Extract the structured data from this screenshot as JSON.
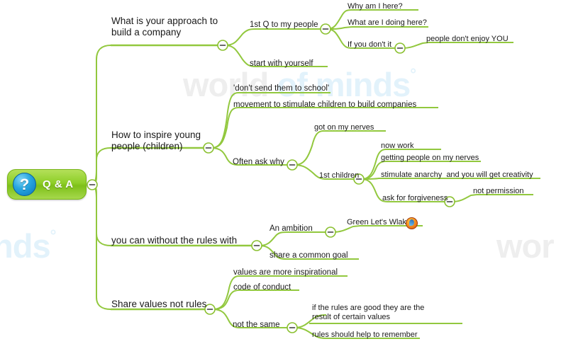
{
  "app": {
    "type": "mind-map",
    "accent_green": "#8DC63F",
    "line_green": "#92c83e",
    "text_color": "#1a1a1a",
    "background": "#ffffff"
  },
  "watermark": {
    "line1_gray": "world",
    "line1_blue": "of minds",
    "line1_degree": "°",
    "line2_left_blue": "inds",
    "line2_left_degree": "°",
    "line2_right_gray": "wor"
  },
  "root": {
    "label": "Q & A",
    "icon": "question-mark-icon",
    "collapse_glyph": "–"
  },
  "branches": [
    {
      "id": "approach",
      "label": "What is your approach to\nbuild a company",
      "children": [
        {
          "id": "first-q",
          "label": "1st Q to my people",
          "children": [
            {
              "id": "why-here",
              "label": "Why am I here?"
            },
            {
              "id": "what-doing",
              "label": "What are I doing here?"
            },
            {
              "id": "if-you-dont",
              "label": "If you don't it",
              "children": [
                {
                  "id": "dont-enjoy",
                  "label": "people don't enjoy YOU"
                }
              ]
            }
          ]
        },
        {
          "id": "start-yourself",
          "label": "start with yourself"
        }
      ]
    },
    {
      "id": "inspire-young",
      "label": "How to inspire young\npeople (children)",
      "children": [
        {
          "id": "dont-send-school",
          "label": "'don't send them to school'"
        },
        {
          "id": "movement",
          "label": "movement to stimulate children to build companies"
        },
        {
          "id": "often-ask-why",
          "label": "Often ask why",
          "children": [
            {
              "id": "got-nerves",
              "label": "got on my nerves"
            },
            {
              "id": "first-children",
              "label": "1st children",
              "children": [
                {
                  "id": "now-work",
                  "label": "now work"
                },
                {
                  "id": "getting-people-nerves",
                  "label": "getting people on my nerves"
                },
                {
                  "id": "stimulate-anarchy",
                  "label": "stimulate anarchy  and you will get creativity"
                },
                {
                  "id": "ask-forgiveness",
                  "label": "ask for forgiveness",
                  "children": [
                    {
                      "id": "not-permission",
                      "label": "not permission"
                    }
                  ]
                }
              ]
            }
          ]
        }
      ]
    },
    {
      "id": "without-rules",
      "label": "you can without the rules with",
      "children": [
        {
          "id": "an-ambition",
          "label": "An ambition",
          "children": [
            {
              "id": "green-lets-wlak",
              "label": "Green Let's Wlak",
              "icon": "firefox-icon"
            }
          ]
        },
        {
          "id": "common-goal",
          "label": "share a common goal"
        }
      ]
    },
    {
      "id": "share-values",
      "label": "Share values not rules",
      "children": [
        {
          "id": "values-inspirational",
          "label": "values are more inspirational"
        },
        {
          "id": "code-of-conduct",
          "label": "code of conduct"
        },
        {
          "id": "not-the-same",
          "label": "not the same",
          "children": [
            {
              "id": "rules-good",
              "label": "if the rules are good they are the\nresult of certain values"
            },
            {
              "id": "rules-remember",
              "label": "rules should help to remember"
            }
          ]
        }
      ]
    }
  ]
}
